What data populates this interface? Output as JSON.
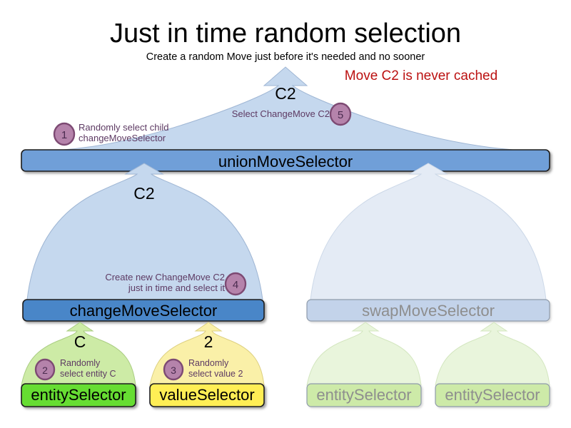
{
  "header": {
    "title": "Just in time random selection",
    "subtitle": "Create a random Move just before it's needed and no sooner",
    "warning": "Move C2 is never cached"
  },
  "colors": {
    "warning_text": "#bb1111",
    "note_text": "#5d3a63",
    "badge_fill": "#b583ab",
    "badge_stroke": "#7d4a73",
    "union_box_fill": "#6f9fd8",
    "change_box_fill": "#4a86c8",
    "swap_box_fill": "#c3d3ea",
    "entity_box_fill": "#66dd33",
    "value_box_fill": "#ffee55",
    "faded_entity_box_fill": "#cdeaa8",
    "blue_funnel_fill": "#c5d8ee",
    "faded_blue_funnel_fill": "#e4ebf5",
    "green_funnel_fill": "#cdeba6",
    "yellow_funnel_fill": "#faf0a8",
    "faded_green_funnel_fill": "#e9f5dc"
  },
  "nodes": {
    "union": {
      "label": "unionMoveSelector",
      "faded": false
    },
    "change": {
      "label": "changeMoveSelector",
      "faded": false
    },
    "swap": {
      "label": "swapMoveSelector",
      "faded": true
    },
    "entity_left": {
      "label": "entitySelector",
      "faded": false
    },
    "value_left": {
      "label": "valueSelector",
      "faded": false
    },
    "entity_right_1": {
      "label": "entitySelector",
      "faded": true
    },
    "entity_right_2": {
      "label": "entitySelector",
      "faded": true
    }
  },
  "flow_labels": {
    "union_out": "C2",
    "change_to_union": "C2",
    "entity_to_change": "C",
    "value_to_change": "2"
  },
  "steps": [
    {
      "number": "1",
      "text": "Randomly select child\nchangeMoveSelector"
    },
    {
      "number": "2",
      "text": "Randomly\nselect entity C"
    },
    {
      "number": "3",
      "text": "Randomly\nselect value 2"
    },
    {
      "number": "4",
      "text": "Create new ChangeMove C2\njust in time and select it"
    },
    {
      "number": "5",
      "text": "Select ChangeMove C2"
    }
  ]
}
